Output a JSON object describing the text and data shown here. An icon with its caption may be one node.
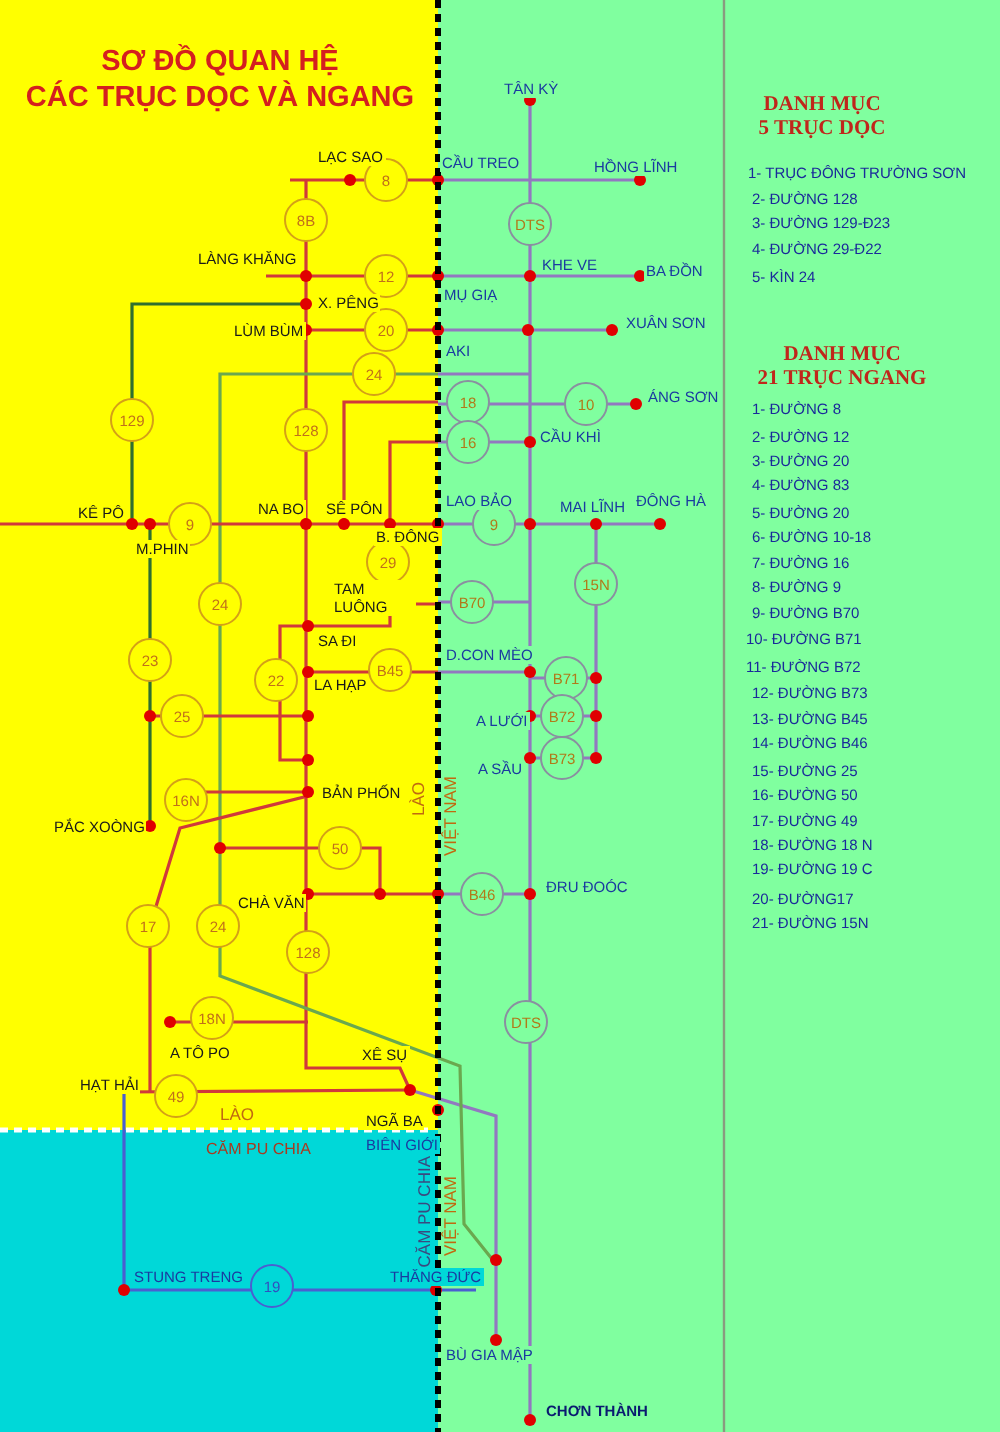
{
  "diagram": {
    "title": "SƠ ĐỒ QUAN HỆ CÁC TRỤC DỌC VÀ NGANG",
    "nodes": [
      {
        "text": [
          "8"
        ]
      },
      {
        "text": [
          "8B"
        ]
      },
      {
        "text": [
          "DTS"
        ]
      },
      {
        "text": [
          "12"
        ]
      },
      {
        "text": [
          "20"
        ]
      },
      {
        "text": [
          "24"
        ]
      },
      {
        "text": [
          "18"
        ]
      },
      {
        "text": [
          "10"
        ]
      },
      {
        "text": [
          "129"
        ]
      },
      {
        "text": [
          "128"
        ]
      },
      {
        "text": [
          "16"
        ]
      },
      {
        "text": [
          "9"
        ]
      },
      {
        "text": [
          "9"
        ]
      },
      {
        "text": [
          "29"
        ]
      },
      {
        "text": [
          "15N"
        ]
      },
      {
        "text": [
          "24"
        ]
      },
      {
        "text": [
          "B70"
        ]
      },
      {
        "text": [
          "23"
        ]
      },
      {
        "text": [
          "B45"
        ]
      },
      {
        "text": [
          "22"
        ]
      },
      {
        "text": [
          "B71"
        ]
      },
      {
        "text": [
          "25"
        ]
      },
      {
        "text": [
          "B72"
        ]
      },
      {
        "text": [
          "B73"
        ]
      },
      {
        "text": [
          "16N"
        ]
      },
      {
        "text": [
          "50"
        ]
      },
      {
        "text": [
          "B46"
        ]
      },
      {
        "text": [
          "17"
        ]
      },
      {
        "text": [
          "24"
        ]
      },
      {
        "text": [
          "128"
        ]
      },
      {
        "text": [
          "DTS"
        ]
      },
      {
        "text": [
          "18N"
        ]
      },
      {
        "text": [
          "49"
        ]
      },
      {
        "text": [
          "19"
        ]
      }
    ],
    "labels": [
      "TÂN KỲ",
      "LẠC SAO",
      "CẦU TREO",
      "HỒNG LĨNH",
      "LÀNG KHĂNG",
      "KHE VE",
      "BA ĐỒN",
      "MỤ GIẠ",
      "X. PÊNG",
      "LÙM BÙM",
      "XUÂN SƠN",
      "AKI",
      "ÁNG SƠN",
      "CẦU KHÌ",
      "LAO BẢO",
      "MAI LĨNH",
      "ĐÔNG HÀ",
      "KÊ PÔ",
      "NA BO",
      "SÊ PÔN",
      "B. ĐÔNG",
      "M.PHIN",
      "TAM LUÔNG",
      "SA ĐI",
      "D.CON MÈO",
      "LA HẠP",
      "A LƯỚI",
      "A SẦU",
      "BẢN PHỐN",
      "LÀO",
      "VIỆT NAM",
      "PẮC XOÒNG",
      "ĐRU ĐOÓC",
      "CHÀ VĂN",
      "A TÔ PO",
      "XÊ SỤ",
      "HẠT HẢI",
      "LÀO",
      "NGÃ BA",
      "CĂM PU CHIA",
      "BIÊN GIỚI",
      "CĂM PU CHIA",
      "VIỆT NAM",
      "STUNG TRENG",
      "THĂNG ĐỨC",
      "BÙ GIA MẬP",
      "CHƠN THÀNH",
      "DANH MỤC 5 TRỤC DỌC",
      "1- TRỤC ĐÔNG TRƯỜNG SƠN",
      "2- ĐƯỜNG 128",
      "3- ĐƯỜNG 129-Đ23",
      "4- ĐƯỜNG 29-Đ22",
      "5- KÌN 24",
      "DANH MỤC 21 TRỤC NGANG",
      "1- ĐƯỜNG 8",
      "2- ĐƯỜNG 12",
      "3- ĐƯỜNG 20",
      "4- ĐƯỜNG 83",
      "5- ĐƯỜNG 20",
      "6- ĐƯỜNG 10-18",
      "7- ĐƯỜNG 16",
      "8- ĐƯỜNG 9",
      "9- ĐƯỜNG B70",
      "10- ĐƯỜNG B71",
      "11- ĐƯỜNG B72",
      "12- ĐƯỜNG B73",
      "13- ĐƯỜNG B45",
      "14- ĐƯỜNG B46",
      "15- ĐƯỜNG 25",
      "16- ĐƯỜNG 50",
      "17- ĐƯỜNG 49",
      "18- ĐƯỜNG 18 N",
      "19- ĐƯỜNG 19 C",
      "20- ĐƯỜNG17",
      "21- ĐƯỜNG 15N"
    ]
  }
}
